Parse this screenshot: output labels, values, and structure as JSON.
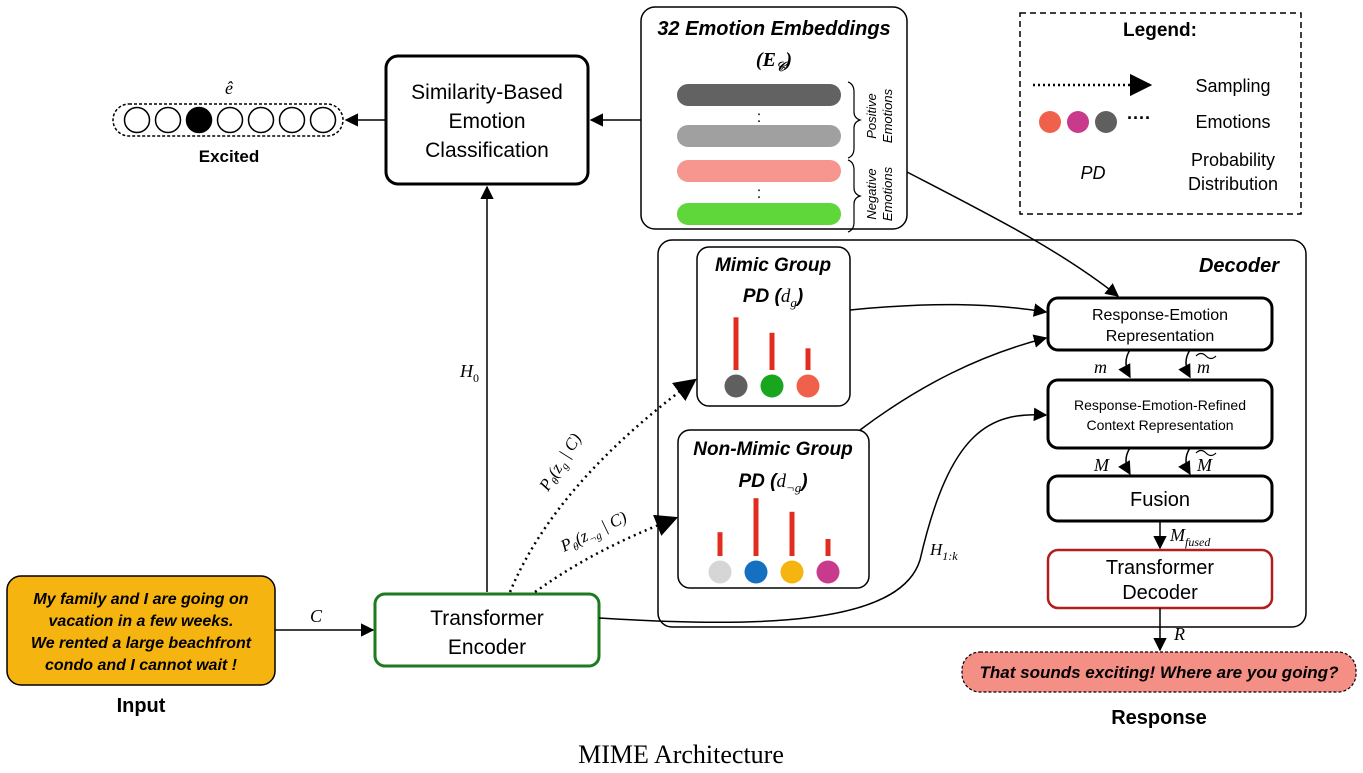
{
  "caption": "MIME Architecture",
  "input": {
    "label": "Input",
    "lines": [
      "My family and I are going on",
      "vacation in a few weeks.",
      "We rented a large beachfront",
      "condo and I cannot wait !"
    ],
    "fill": "#f5b40f"
  },
  "encoder": {
    "line1": "Transformer",
    "line2": "Encoder",
    "border": "#1e7a1e"
  },
  "edge_c": "C",
  "edge_h0": "H",
  "edge_h0_sub": "0",
  "edge_h1k": "H",
  "edge_h1k_sub": "1:k",
  "classifier": {
    "line1": "Similarity-Based",
    "line2": "Emotion",
    "line3": "Classification"
  },
  "output_vector": {
    "symbol": "ê",
    "label": "Excited",
    "circles": 7,
    "filled_index": 2
  },
  "embeddings": {
    "title": "32 Emotion Embeddings",
    "subtitle_open": "(E",
    "subtitle_sub": "𝒞",
    "subtitle_close": ")",
    "positive_label_1": "Positive",
    "positive_label_2": "Emotions",
    "negative_label_1": "Negative",
    "negative_label_2": "Emotions",
    "ellipsis": ":",
    "bar_colors": [
      "#626262",
      "#a0a0a0",
      "#f7958f",
      "#5fd63a"
    ]
  },
  "legend": {
    "title": "Legend:",
    "sampling": "Sampling",
    "emotions": "Emotions",
    "emotions_ellipsis": "····",
    "pd_symbol": "PD",
    "pd_line1": "Probability",
    "pd_line2": "Distribution",
    "emotion_colors": [
      "#f0614b",
      "#c83b8c",
      "#5f5f5f"
    ]
  },
  "decoder": {
    "label": "Decoder"
  },
  "mimic": {
    "title": "Mimic Group",
    "pd_open": "PD (",
    "pd_var": "d",
    "pd_sub": "g",
    "pd_close": ")",
    "bars": [
      0.85,
      0.6,
      0.35
    ],
    "dot_colors": [
      "#5f5f5f",
      "#17a61d",
      "#f0614b"
    ]
  },
  "nonmimic": {
    "title": "Non-Mimic Group",
    "pd_open": "PD (",
    "pd_var": "d",
    "pd_sub": "¬g",
    "pd_close": ")",
    "bars": [
      0.35,
      0.85,
      0.65,
      0.25
    ],
    "dot_colors": [
      "#d6d6d6",
      "#1670c2",
      "#f5b40f",
      "#c83b8c"
    ]
  },
  "sampling_labels": {
    "mimic": "P",
    "mimic_sub": "θ",
    "mimic_rest": "(z",
    "mimic_rest_sub": "g",
    "mimic_end": " | C)",
    "nonmimic": "P",
    "nonmimic_sub": "θ",
    "nonmimic_rest": "(z",
    "nonmimic_rest_sub": "¬g",
    "nonmimic_end": " | C)"
  },
  "response_emotion": {
    "line1": "Response-Emotion",
    "line2": "Representation"
  },
  "refined": {
    "line1": "Response-Emotion-Refined",
    "line2": "Context Representation"
  },
  "edge_m": "m",
  "edge_m_tilde": "m",
  "edge_M": "M",
  "edge_M_tilde": "M",
  "fusion": {
    "label": "Fusion"
  },
  "edge_mfused": "M",
  "edge_mfused_sub": "fused",
  "transformer_decoder": {
    "line1": "Transformer",
    "line2": "Decoder",
    "border": "#b01e1e"
  },
  "edge_r": "R",
  "response": {
    "text": "That sounds exciting! Where are you going?",
    "label": "Response",
    "fill": "#f48f86"
  },
  "bar_color": "#e02d1f"
}
